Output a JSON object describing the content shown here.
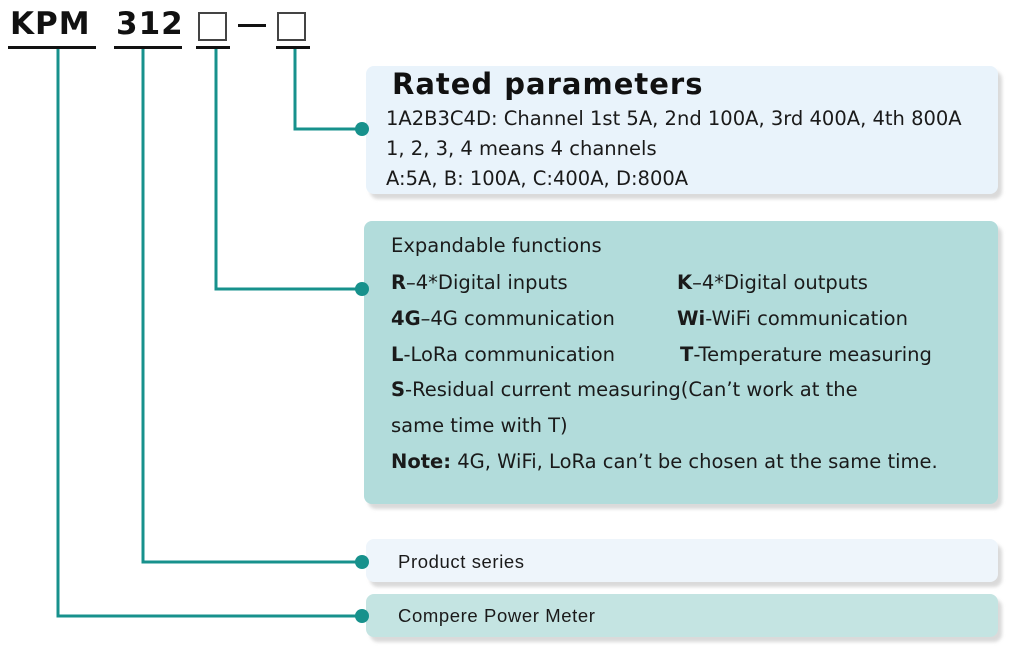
{
  "model_code": {
    "prefix": "KPM",
    "series_number": "312",
    "separator": "—"
  },
  "rated_parameters": {
    "title": "Rated parameters",
    "lines": [
      "1A2B3C4D: Channel 1st 5A, 2nd 100A, 3rd 400A, 4th 800A",
      "1, 2, 3, 4 means 4 channels",
      "A:5A, B: 100A, C:400A, D:800A"
    ]
  },
  "expandable_functions": {
    "title": "Expandable functions",
    "items": [
      {
        "code": "R",
        "desc": "–4*Digital inputs"
      },
      {
        "code": "K",
        "desc": "–4*Digital outputs"
      },
      {
        "code": "4G",
        "desc": "–4G communication"
      },
      {
        "code": "Wi",
        "desc": "-WiFi communication"
      },
      {
        "code": "L",
        "desc": "-LoRa communication"
      },
      {
        "code": "T",
        "desc": "-Temperature measuring"
      },
      {
        "code": "S",
        "desc": "-Residual current measuring(Can’t work at the"
      }
    ],
    "continuation": "same time with T)",
    "note_label": "Note:",
    "note_text": " 4G, WiFi, LoRa can’t be chosen at the same time."
  },
  "product_series": {
    "label": "Product series"
  },
  "compere_power_meter": {
    "label": "Compere Power Meter"
  },
  "colors": {
    "connector": "#17918c",
    "dot": "#17918c",
    "card_light": "#e9f3fb",
    "card_teal": "#b2dcdb"
  }
}
